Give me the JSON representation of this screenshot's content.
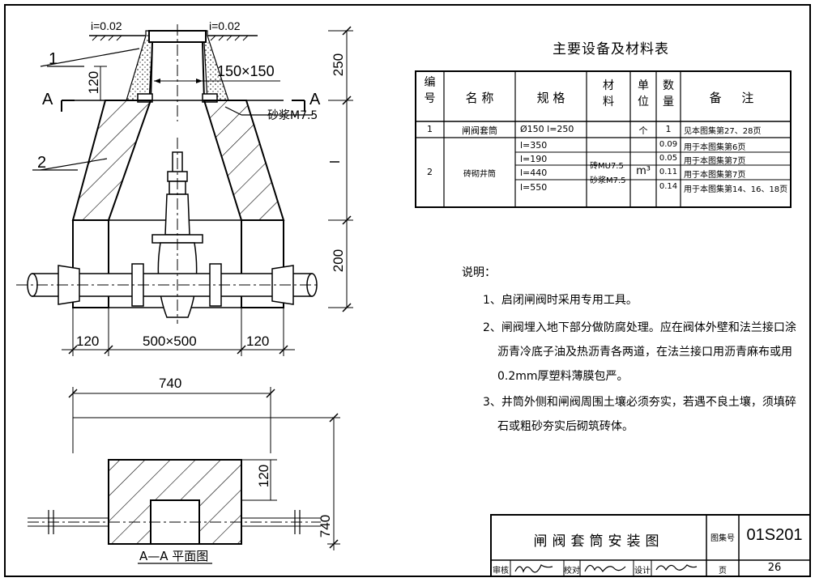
{
  "drawing": {
    "slope_left": "i=0.02",
    "slope_right": "i=0.02",
    "callout_1": "1",
    "callout_2": "2",
    "section_mark_left": "A",
    "section_mark_right": "A",
    "dim_150x150": "150×150",
    "mortar_label": "砂浆M7.5",
    "dim_120_top": "120",
    "dim_250": "250",
    "dim_l": "l",
    "dim_200": "200",
    "dim_120_left": "120",
    "dim_500x500": "500×500",
    "dim_120_right": "120",
    "dim_740_top": "740",
    "dim_120_plan": "120",
    "dim_740_side": "740",
    "plan_caption": "A—A 平面图"
  },
  "table": {
    "title": "主要设备及材料表",
    "headers": [
      "编\n号",
      "名 称",
      "规 格",
      "材\n料",
      "单\n位",
      "数\n量",
      "备 注"
    ],
    "row1": {
      "no": "1",
      "name": "闸阀套筒",
      "spec": "Ø150  l=250",
      "material": "",
      "unit": "个",
      "qty": "1",
      "remark": "见本图集第27、28页"
    },
    "row2": {
      "no": "2",
      "name": "砖砌井筒",
      "material_line1": "砖MU7.5",
      "material_line2": "砂浆M7.5",
      "unit": "m³",
      "specs": [
        "l=350",
        "l=190",
        "l=440",
        "l=550"
      ],
      "qtys": [
        "0.09",
        "0.05",
        "0.11",
        "0.14"
      ],
      "remarks": [
        "用于本图集第6页",
        "用于本图集第7页",
        "用于本图集第7页",
        "用于本图集第14、16、18页"
      ]
    }
  },
  "notes": {
    "heading": "说明：",
    "items": [
      "1、启闭闸阀时采用专用工具。",
      "2、闸阀埋入地下部分做防腐处理。应在阀体外壁和法兰接口涂",
      "沥青冷底子油及热沥青各两道，在法兰接口用沥青麻布或用",
      "0.2mm厚塑料薄膜包严。",
      "3、井筒外侧和闸阀周围土壤必须夯实，若遇不良土壤，须填碎",
      "石或粗砂夯实后砌筑砖体。"
    ]
  },
  "title_block": {
    "title": "闸阀套筒安装图",
    "atlas_label": "图集号",
    "atlas_no": "01S201",
    "review_label": "审核",
    "check_label": "校对",
    "design_label": "设计",
    "page_label": "页",
    "page_no": "26"
  }
}
